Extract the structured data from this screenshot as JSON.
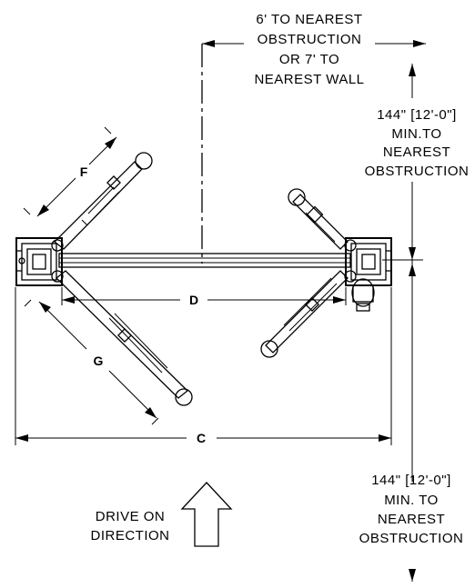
{
  "top_note": {
    "line1": "6'  TO NEAREST",
    "line2": "OBSTRUCTION",
    "line3": "OR 7' TO",
    "line4": "NEAREST WALL"
  },
  "right_top_note": {
    "line1": "144\" [12'-0\"]",
    "line2": "MIN.TO",
    "line3": "NEAREST",
    "line4": "OBSTRUCTION"
  },
  "right_bottom_note": {
    "line1": "144\" [12'-0\"]",
    "line2": "MIN. TO",
    "line3": "NEAREST",
    "line4": "OBSTRUCTION"
  },
  "drive_note": {
    "line1": "DRIVE ON",
    "line2": "DIRECTION"
  },
  "dimensions": {
    "c": "C",
    "d": "D",
    "f": "F",
    "g": "G"
  }
}
